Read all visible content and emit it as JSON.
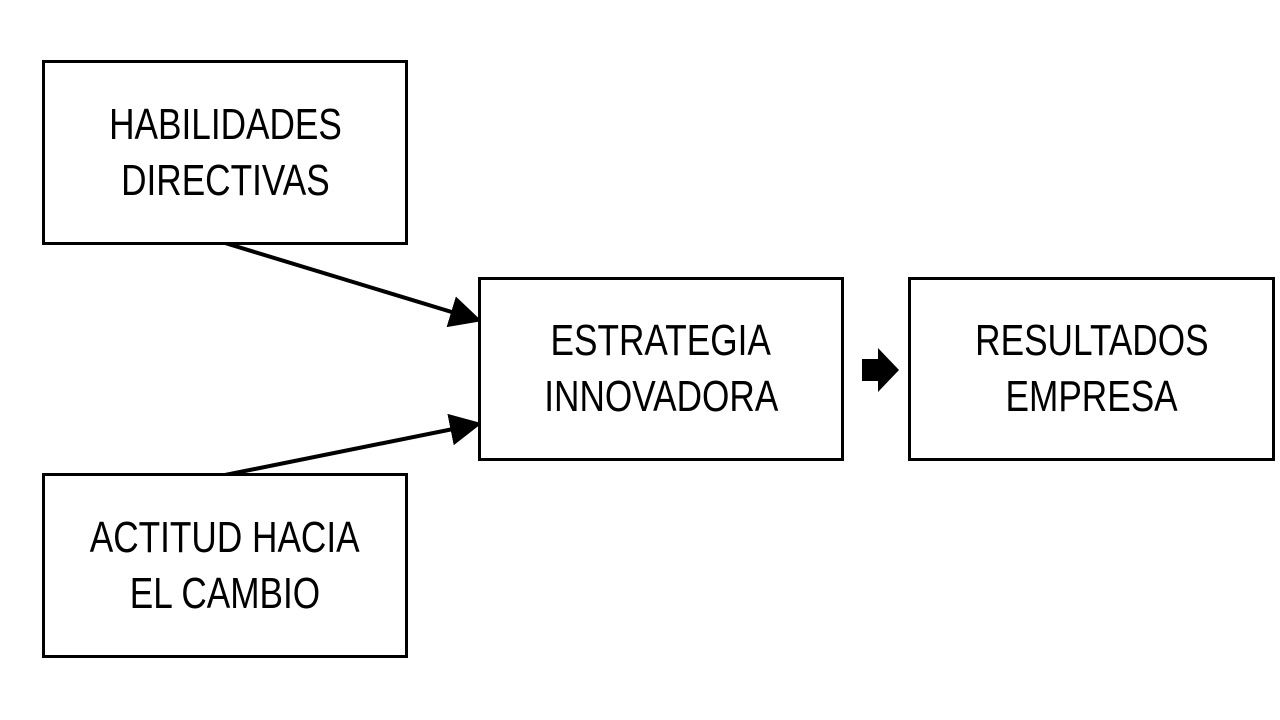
{
  "nodes": {
    "habilidades": {
      "lines": [
        "HABILIDADES",
        "DIRECTIVAS"
      ]
    },
    "actitud": {
      "lines": [
        "ACTITUD HACIA",
        "EL CAMBIO"
      ]
    },
    "estrategia": {
      "lines": [
        "ESTRATEGIA",
        "INNOVADORA"
      ]
    },
    "resultados": {
      "lines": [
        "RESULTADOS",
        "EMPRESA"
      ]
    }
  },
  "edges": [
    {
      "from": "habilidades",
      "to": "estrategia",
      "style": "line-arrow"
    },
    {
      "from": "actitud",
      "to": "estrategia",
      "style": "line-arrow"
    },
    {
      "from": "estrategia",
      "to": "resultados",
      "style": "block-arrow"
    }
  ],
  "colors": {
    "stroke": "#000000",
    "background": "#ffffff"
  }
}
